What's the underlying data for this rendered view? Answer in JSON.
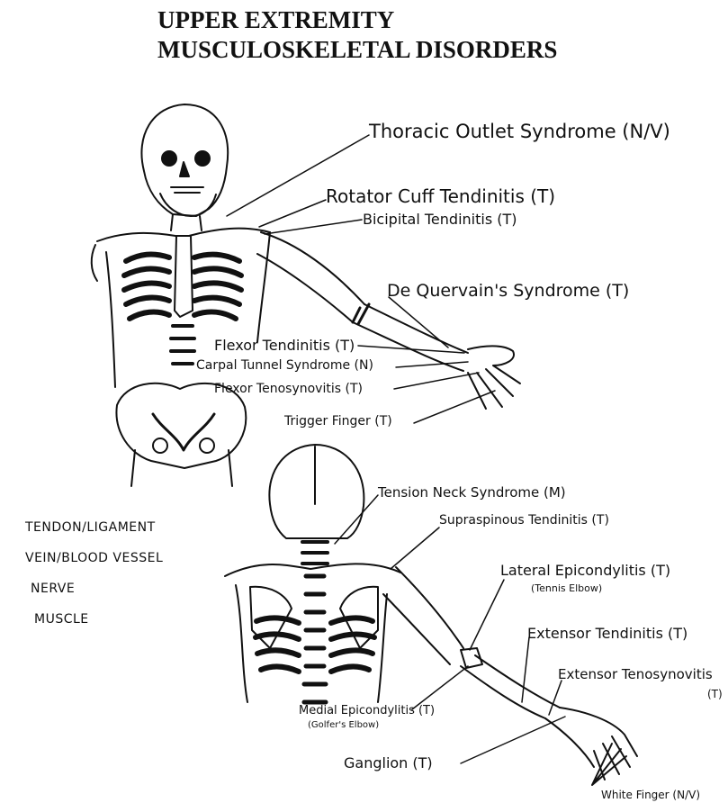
{
  "title": {
    "line1": "UPPER EXTREMITY",
    "line2": "MUSCULOSKELETAL DISORDERS"
  },
  "front_labels": {
    "thoracic_outlet": "Thoracic Outlet Syndrome (N/V)",
    "rotator_cuff": "Rotator Cuff Tendinitis (T)",
    "bicipital": "Bicipital Tendinitis (T)",
    "de_quervain": "De Quervain's Syndrome (T)",
    "flexor_tendinitis": "Flexor Tendinitis (T)",
    "carpal_tunnel": "Carpal Tunnel Syndrome (N)",
    "flexor_tenosynovitis": "Flexor Tenosynovitis (T)",
    "trigger_finger": "Trigger Finger (T)"
  },
  "back_labels": {
    "tension_neck": "Tension Neck Syndrome (M)",
    "supraspinous": "Supraspinous Tendinitis (T)",
    "lateral_epicondylitis": "Lateral Epicondylitis (T)",
    "tennis_elbow": "(Tennis Elbow)",
    "extensor_tendinitis": "Extensor Tendinitis (T)",
    "extensor_tenosynovitis": "Extensor Tenosynovitis",
    "extensor_tenosynovitis_t": "(T)",
    "medial_epicondylitis": "Medial Epicondylitis (T)",
    "golfers_elbow": "(Golfer's Elbow)",
    "ganglion": "Ganglion (T)",
    "white_finger": "White Finger (N/V)"
  },
  "legend": {
    "items": [
      "TENDON/LIGAMENT",
      "VEIN/BLOOD VESSEL",
      "NERVE",
      "MUSCLE"
    ]
  }
}
